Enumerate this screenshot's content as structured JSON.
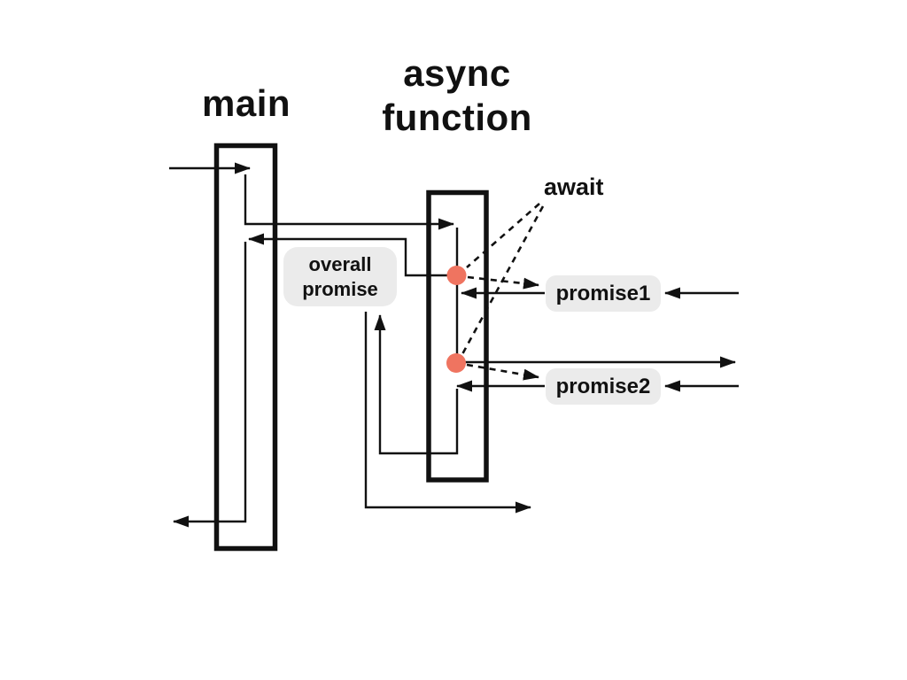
{
  "diagram": {
    "title_main": "main",
    "title_async": "async\nfunction",
    "await_label": "await",
    "overall_promise_label": "overall\npromise",
    "promise1_label": "promise1",
    "promise2_label": "promise2"
  },
  "colors": {
    "background": "#ffffff",
    "line": "#111111",
    "text": "#111111",
    "label_bg": "#ebebeb",
    "dot": "#ef7460"
  }
}
